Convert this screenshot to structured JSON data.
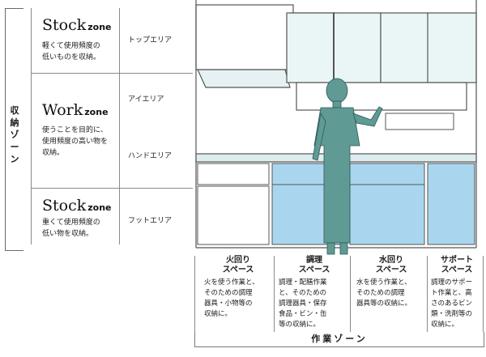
{
  "vertical_label": "収納ゾーン",
  "zones": [
    {
      "title": "Stock",
      "suffix": "zone",
      "desc": "軽くて使用頻度の\n低いものを収納。",
      "area": "トップエリア"
    },
    {
      "title": "Work",
      "suffix": "zone",
      "desc": "使うことを目的に、\n使用頻度の高い物を\n収納。",
      "area": "アイエリア",
      "area2": "ハンドエリア"
    },
    {
      "title": "Stock",
      "suffix": "zone",
      "desc": "重くて使用頻度の\n低い物を収納。",
      "area": "フットエリア"
    }
  ],
  "spaces": [
    {
      "title": "火回り\nスペース",
      "desc": "火を使う作業と、\nそのための調理\n器具・小物等の\n収納に。"
    },
    {
      "title": "調理\nスペース",
      "desc": "調理・配膳作業\nと、そのための\n調理器具・保存\n食品・ビン・缶\n等の収納に。"
    },
    {
      "title": "水回り\nスペース",
      "desc": "水を使う作業と、\nそのための調理\n器具等の収納に。"
    },
    {
      "title": "サポート\nスペース",
      "desc": "調理のサポー\nト作業と、高\nさのあるビン\n類・洗剤等の\n収納に。"
    }
  ],
  "work_zone_label": "作業ゾーン",
  "colors": {
    "cabinet_blue": "#a9d6ee",
    "figure": "#5f9a95",
    "line": "#555555"
  }
}
